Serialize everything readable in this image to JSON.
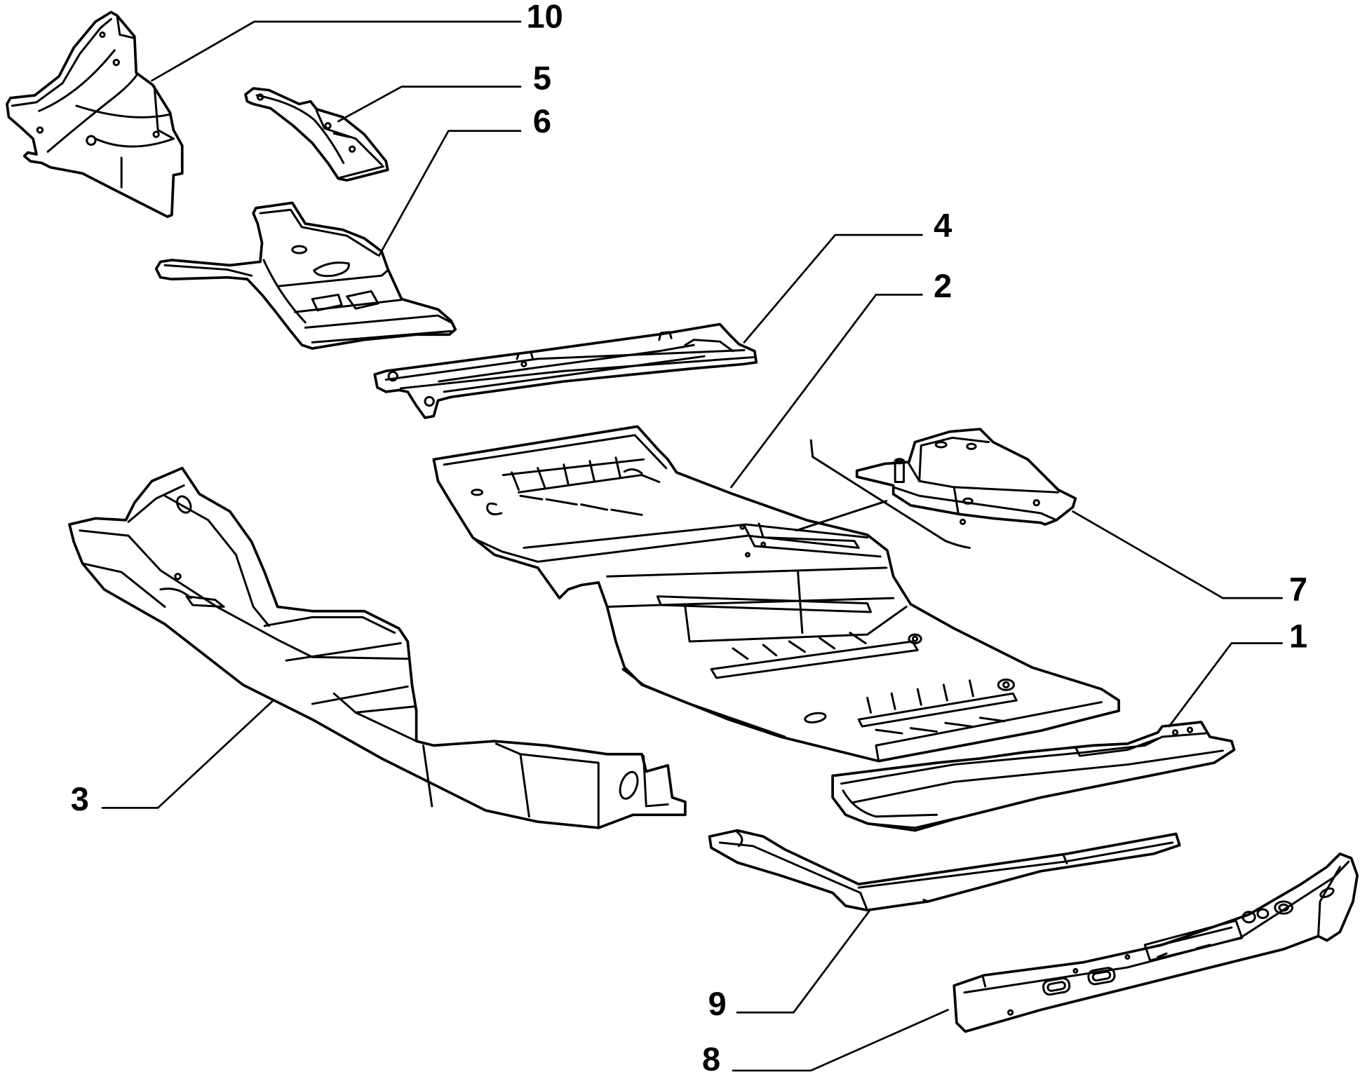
{
  "diagram": {
    "callouts": [
      {
        "label": "10"
      },
      {
        "label": "5"
      },
      {
        "label": "6"
      },
      {
        "label": "4"
      },
      {
        "label": "2"
      },
      {
        "label": "7"
      },
      {
        "label": "1"
      },
      {
        "label": "3"
      },
      {
        "label": "9"
      },
      {
        "label": "8"
      }
    ]
  },
  "colors": {
    "line": "#000000",
    "background": "#ffffff"
  }
}
